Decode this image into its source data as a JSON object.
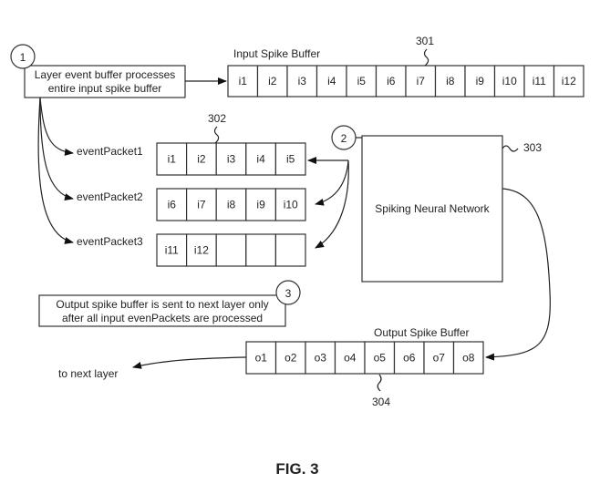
{
  "figure_label": "FIG. 3",
  "step1": {
    "number": "1",
    "line1": "Layer event buffer processes",
    "line2": "entire input spike buffer"
  },
  "step2": {
    "number": "2"
  },
  "step3": {
    "number": "3",
    "line1": "Output spike buffer is sent to next layer only",
    "line2": "after all input evenPackets are processed"
  },
  "input_buffer": {
    "title": "Input Spike Buffer",
    "ref": "301",
    "cells": [
      "i1",
      "i2",
      "i3",
      "i4",
      "i5",
      "i6",
      "i7",
      "i8",
      "i9",
      "i10",
      "i11",
      "i12"
    ]
  },
  "event_packets": {
    "ref": "302",
    "packets": [
      {
        "label": "eventPacket1",
        "cells": [
          "i1",
          "i2",
          "i3",
          "i4",
          "i5"
        ]
      },
      {
        "label": "eventPacket2",
        "cells": [
          "i6",
          "i7",
          "i8",
          "i9",
          "i10"
        ]
      },
      {
        "label": "eventPacket3",
        "cells": [
          "i11",
          "i12",
          "",
          "",
          ""
        ]
      }
    ]
  },
  "snn": {
    "label": "Spiking Neural Network",
    "ref": "303"
  },
  "output_buffer": {
    "title": "Output Spike Buffer",
    "ref": "304",
    "cells": [
      "o1",
      "o2",
      "o3",
      "o4",
      "o5",
      "o6",
      "o7",
      "o8"
    ],
    "to_next_label": "to next layer"
  }
}
